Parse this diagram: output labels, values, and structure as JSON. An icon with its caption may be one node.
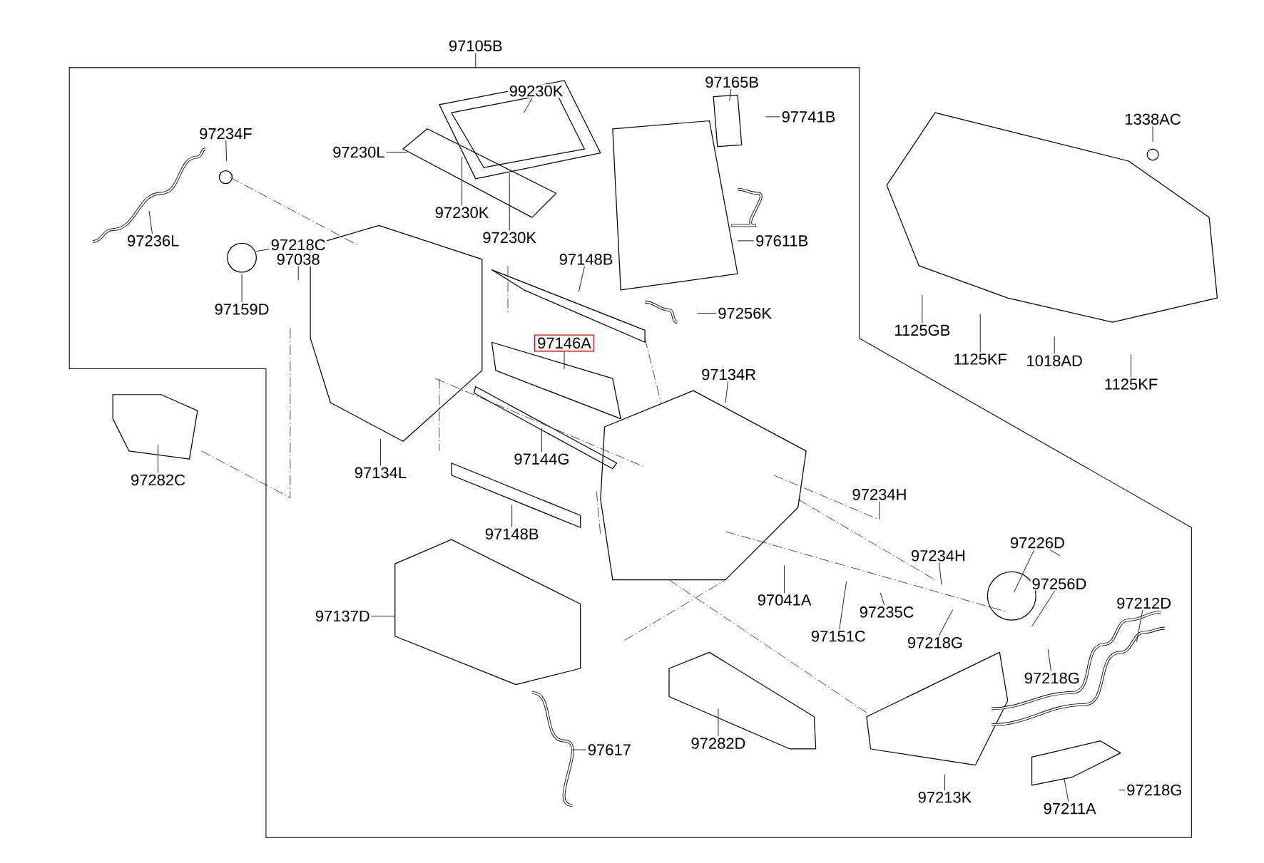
{
  "diagram": {
    "nodes": [
      {
        "text": [
          "97105B"
        ]
      },
      {
        "text": [
          "99230K"
        ]
      },
      {
        "text": [
          "97230L"
        ]
      },
      {
        "text": [
          "97230K"
        ]
      },
      {
        "text": [
          "97230K"
        ]
      },
      {
        "text": [
          "97165B"
        ]
      },
      {
        "text": [
          "97741B"
        ]
      },
      {
        "text": [
          "97234F"
        ]
      },
      {
        "text": [
          "97236L"
        ]
      },
      {
        "text": [
          "97218C"
        ]
      },
      {
        "text": [
          "97038"
        ]
      },
      {
        "text": [
          "97159D"
        ]
      },
      {
        "text": [
          "97148B"
        ]
      },
      {
        "text": [
          "97611B"
        ]
      },
      {
        "text": [
          "97256K"
        ]
      },
      {
        "text": [
          "97146A"
        ]
      },
      {
        "text": [
          "97134R"
        ]
      },
      {
        "text": [
          "97134L"
        ]
      },
      {
        "text": [
          "97144G"
        ]
      },
      {
        "text": [
          "97282C"
        ]
      },
      {
        "text": [
          "97148B"
        ]
      },
      {
        "text": [
          "97234H"
        ]
      },
      {
        "text": [
          "97234H"
        ]
      },
      {
        "text": [
          "97226D"
        ]
      },
      {
        "text": [
          "97256D"
        ]
      },
      {
        "text": [
          "97212D"
        ]
      },
      {
        "text": [
          "97041A"
        ]
      },
      {
        "text": [
          "97151C"
        ]
      },
      {
        "text": [
          "97235C"
        ]
      },
      {
        "text": [
          "97218G"
        ]
      },
      {
        "text": [
          "97218G"
        ]
      },
      {
        "text": [
          "97137D"
        ]
      },
      {
        "text": [
          "97617"
        ]
      },
      {
        "text": [
          "97282D"
        ]
      },
      {
        "text": [
          "97213K"
        ]
      },
      {
        "text": [
          "97211A"
        ]
      },
      {
        "text": [
          "97218G"
        ]
      },
      {
        "text": [
          "1338AC"
        ]
      },
      {
        "text": [
          "1125GB"
        ]
      },
      {
        "text": [
          "1125KF"
        ]
      },
      {
        "text": [
          "1018AD"
        ]
      },
      {
        "text": [
          "1125KF"
        ]
      }
    ],
    "edges": [
      {
        "from": 0,
        "to": null,
        "arrow": "none"
      },
      {
        "from": 1,
        "to": null,
        "arrow": "none"
      },
      {
        "from": 2,
        "to": null,
        "arrow": "none"
      },
      {
        "from": 3,
        "to": null,
        "arrow": "none"
      },
      {
        "from": 4,
        "to": null,
        "arrow": "none"
      },
      {
        "from": 5,
        "to": null,
        "arrow": "none"
      },
      {
        "from": 6,
        "to": null,
        "arrow": "none"
      },
      {
        "from": 7,
        "to": null,
        "arrow": "none"
      },
      {
        "from": 8,
        "to": null,
        "arrow": "none"
      },
      {
        "from": 9,
        "to": null,
        "arrow": "none"
      },
      {
        "from": 10,
        "to": null,
        "arrow": "none"
      },
      {
        "from": 11,
        "to": null,
        "arrow": "none"
      },
      {
        "from": 12,
        "to": null,
        "arrow": "none"
      },
      {
        "from": 13,
        "to": null,
        "arrow": "none"
      },
      {
        "from": 14,
        "to": null,
        "arrow": "none"
      },
      {
        "from": 15,
        "to": null,
        "arrow": "none"
      },
      {
        "from": 16,
        "to": null,
        "arrow": "none"
      },
      {
        "from": 17,
        "to": null,
        "arrow": "none"
      },
      {
        "from": 18,
        "to": null,
        "arrow": "none"
      },
      {
        "from": 19,
        "to": null,
        "arrow": "none"
      },
      {
        "from": 20,
        "to": null,
        "arrow": "none"
      },
      {
        "from": 21,
        "to": null,
        "arrow": "none"
      },
      {
        "from": 22,
        "to": null,
        "arrow": "none"
      },
      {
        "from": 23,
        "to": null,
        "arrow": "none"
      },
      {
        "from": 23,
        "to": null,
        "arrow": "none"
      },
      {
        "from": 24,
        "to": null,
        "arrow": "none"
      },
      {
        "from": 25,
        "to": null,
        "arrow": "none"
      },
      {
        "from": 26,
        "to": null,
        "arrow": "none"
      },
      {
        "from": 27,
        "to": null,
        "arrow": "none"
      },
      {
        "from": 28,
        "to": null,
        "arrow": "none"
      },
      {
        "from": 29,
        "to": null,
        "arrow": "none"
      },
      {
        "from": 30,
        "to": null,
        "arrow": "none"
      },
      {
        "from": 31,
        "to": null,
        "arrow": "none"
      },
      {
        "from": 32,
        "to": null,
        "arrow": "none"
      },
      {
        "from": 33,
        "to": null,
        "arrow": "none"
      },
      {
        "from": 34,
        "to": null,
        "arrow": "none"
      },
      {
        "from": 35,
        "to": null,
        "arrow": "none"
      },
      {
        "from": 36,
        "to": null,
        "arrow": "none"
      },
      {
        "from": 37,
        "to": null,
        "arrow": "none"
      },
      {
        "from": 38,
        "to": null,
        "arrow": "none"
      },
      {
        "from": 39,
        "to": null,
        "arrow": "none"
      },
      {
        "from": 40,
        "to": null,
        "arrow": "none"
      },
      {
        "from": 41,
        "to": null,
        "arrow": "none"
      }
    ]
  }
}
